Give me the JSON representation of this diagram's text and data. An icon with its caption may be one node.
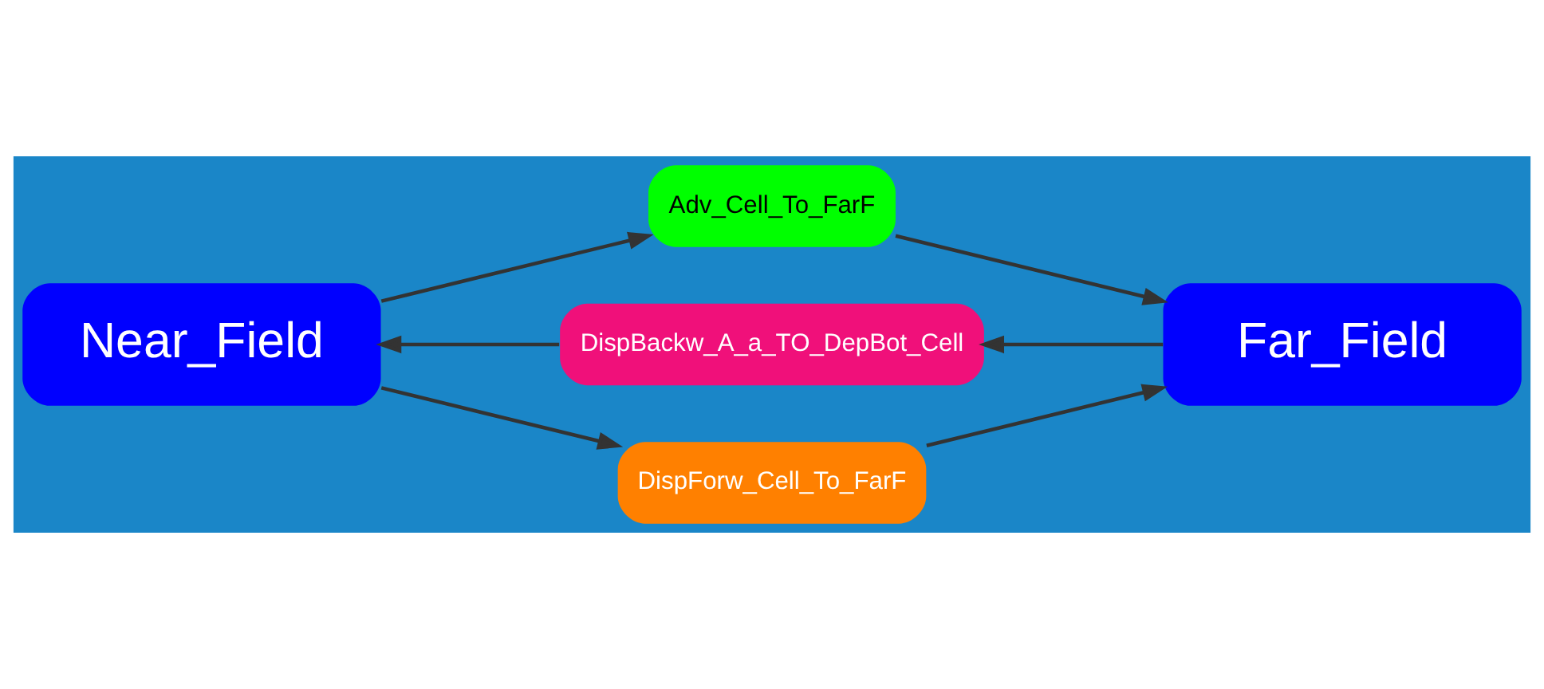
{
  "diagram": {
    "nodes": [
      {
        "text": [
          "Near_Field"
        ]
      },
      {
        "text": [
          "Adv_Cell_To_FarF"
        ]
      },
      {
        "text": [
          "DispBackw_A_a_TO_DepBot_Cell"
        ]
      },
      {
        "text": [
          "DispForw_Cell_To_FarF"
        ]
      },
      {
        "text": [
          "Far_Field"
        ]
      }
    ],
    "edges": [
      {
        "from": 0,
        "to": 1,
        "arrow": "to"
      },
      {
        "from": 1,
        "to": 4,
        "arrow": "to"
      },
      {
        "from": 4,
        "to": 2,
        "arrow": "to"
      },
      {
        "from": 2,
        "to": 0,
        "arrow": "to"
      },
      {
        "from": 0,
        "to": 3,
        "arrow": "to"
      },
      {
        "from": 3,
        "to": 4,
        "arrow": "to"
      }
    ]
  }
}
